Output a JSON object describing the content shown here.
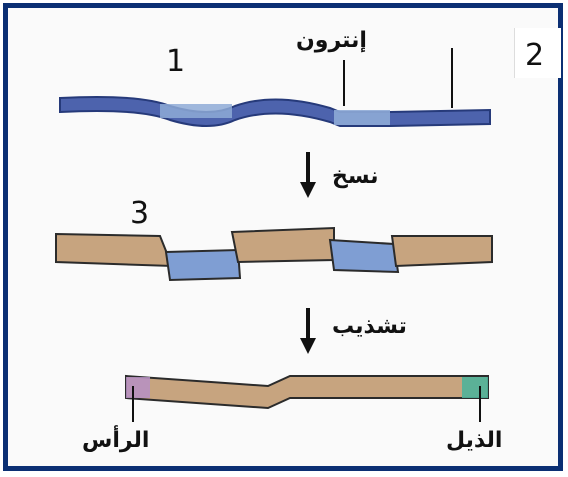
{
  "labels": {
    "num1": "1",
    "num2": "2",
    "num3": "3",
    "intron": "إنترون",
    "transcription": "نسخ",
    "splicing": "تشذيب",
    "head": "الرأس",
    "tail": "الذيل"
  },
  "colors": {
    "frame": "#0b2f73",
    "exon_dark": "#4d63ad",
    "intron_light": "#8eaad6",
    "tan": "#c7a47f",
    "blue_segment": "#7f9ed3",
    "head_cap": "#b691c4",
    "tail_cap": "#4fb39a",
    "arrow": "#111111"
  }
}
